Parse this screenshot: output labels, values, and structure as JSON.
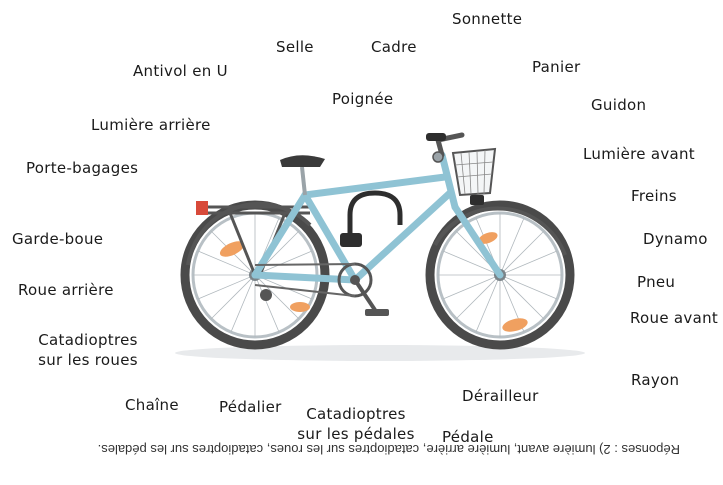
{
  "labels": {
    "sonnette": "Sonnette",
    "selle": "Selle",
    "cadre": "Cadre",
    "antivol": "Antivol en U",
    "panier": "Panier",
    "poignee": "Poignée",
    "guidon": "Guidon",
    "lumiere_arriere": "Lumière arrière",
    "lumiere_avant": "Lumière avant",
    "porte_bagages": "Porte-bagages",
    "freins": "Freins",
    "garde_boue": "Garde-boue",
    "dynamo": "Dynamo",
    "roue_arriere": "Roue arrière",
    "pneu": "Pneu",
    "roue_avant": "Roue avant",
    "catadioptres_roues_1": "Catadioptres",
    "catadioptres_roues_2": "sur les roues",
    "rayon": "Rayon",
    "derailleur": "Dérailleur",
    "chaine": "Chaîne",
    "pedalier": "Pédalier",
    "catadioptres_pedales_1": "Catadioptres",
    "catadioptres_pedales_2": "sur les pédales",
    "pedale": "Pédale"
  },
  "answer_text": "Réponses : 2) lumière avant, lumière arrière, catadioptres sur les roues, catadioptres sur les pédales.",
  "colors": {
    "frame": "#8fc3d4",
    "reflector": "#f0a060",
    "tire": "#4a4a4a",
    "metal": "#9aa3a8"
  }
}
